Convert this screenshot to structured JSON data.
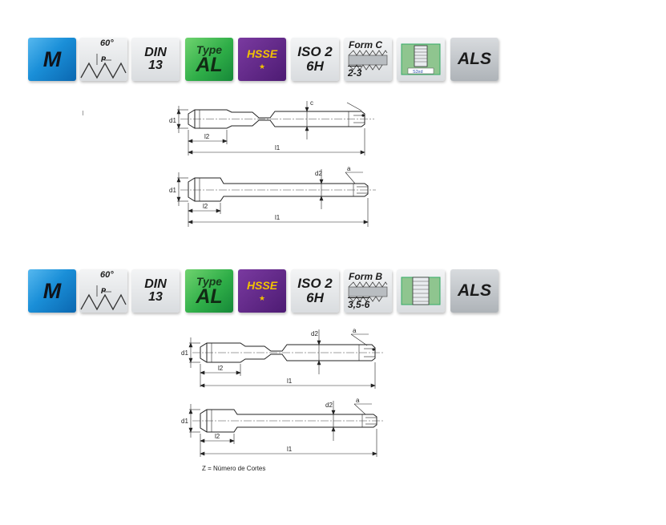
{
  "rows": [
    {
      "thread": "M",
      "angle": "60°",
      "pitch": "P",
      "standard": [
        "DIN",
        "13"
      ],
      "type_label": "Type",
      "type_value": "AL",
      "material": "HSSE",
      "tolerance": [
        "ISO 2",
        "6H"
      ],
      "form_label": "Form C",
      "form_value": "2-3",
      "hole_label": "S3xd",
      "coating": "ALS"
    },
    {
      "thread": "M",
      "angle": "60°",
      "pitch": "P",
      "standard": [
        "DIN",
        "13"
      ],
      "type_label": "Type",
      "type_value": "AL",
      "material": "HSSE",
      "tolerance": [
        "ISO 2",
        "6H"
      ],
      "form_label": "Form B",
      "form_value": "3,5-6",
      "coating": "ALS"
    }
  ],
  "dims": {
    "d1": "d1",
    "d2": "d2",
    "l1": "l1",
    "l2": "l2",
    "a": "a",
    "c": "c"
  },
  "note": "Z = Número de Cortes",
  "colors": {
    "m_blue": "#1a8fd8",
    "type_green": "#2fae48",
    "hsse_purple": "#4d1b73",
    "hsse_gold": "#f2c300"
  }
}
